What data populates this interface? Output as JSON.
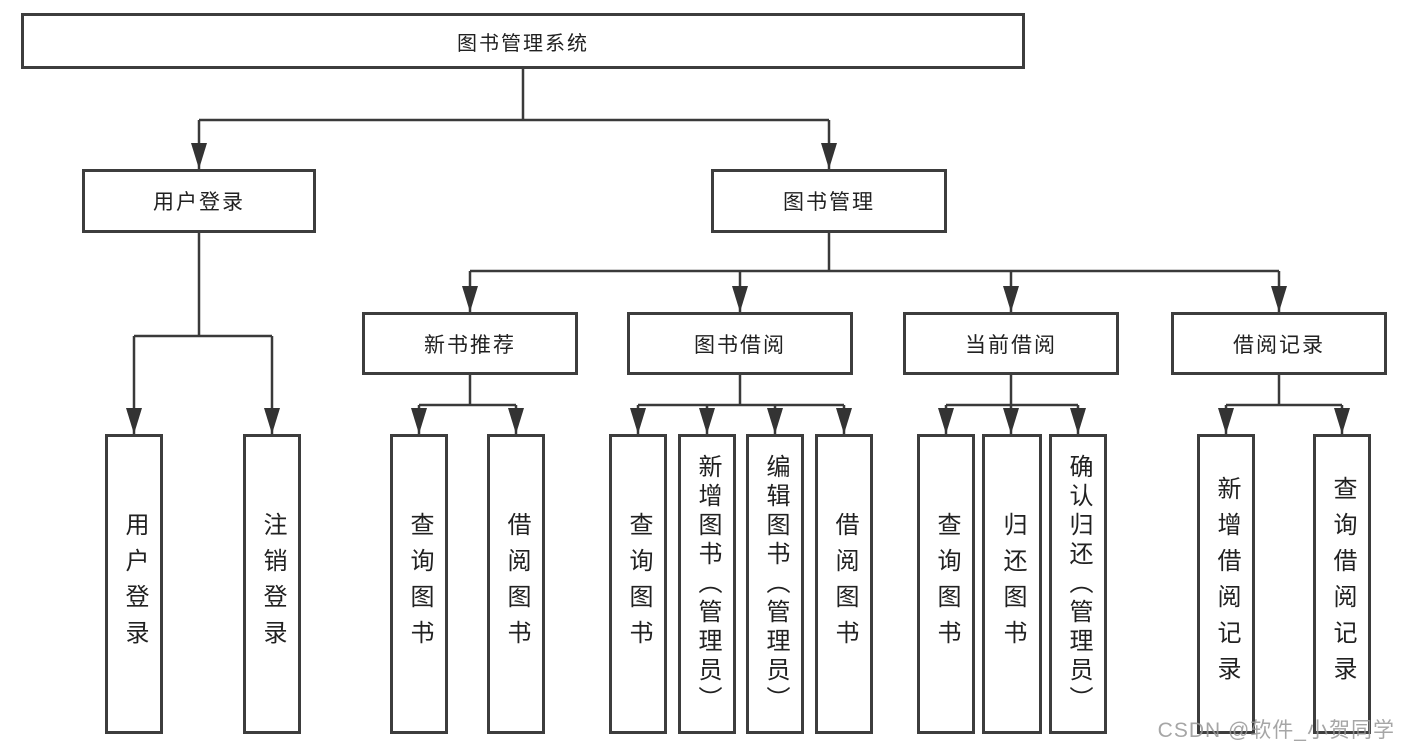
{
  "diagram": {
    "title": "图书管理系统",
    "level2": [
      {
        "label": "用户登录",
        "children": [
          {
            "label": "用户登录"
          },
          {
            "label": "注销登录"
          }
        ]
      },
      {
        "label": "图书管理",
        "children": [
          {
            "label": "新书推荐",
            "children": [
              {
                "label": "查询图书"
              },
              {
                "label": "借阅图书"
              }
            ]
          },
          {
            "label": "图书借阅",
            "children": [
              {
                "label": "查询图书"
              },
              {
                "label": "新增图书（管理员）"
              },
              {
                "label": "编辑图书（管理员）"
              },
              {
                "label": "借阅图书"
              }
            ]
          },
          {
            "label": "当前借阅",
            "children": [
              {
                "label": "查询图书"
              },
              {
                "label": "归还图书"
              },
              {
                "label": "确认归还（管理员）"
              }
            ]
          },
          {
            "label": "借阅记录",
            "children": [
              {
                "label": "新增借阅记录"
              },
              {
                "label": "查询借阅记录"
              }
            ]
          }
        ]
      }
    ]
  },
  "watermark": "CSDN @软件_小贺同学",
  "colors": {
    "line": "#3a3a3a",
    "box_border": "#3d3d3d",
    "text": "#212121",
    "watermark": "#969696",
    "background": "#ffffff"
  }
}
